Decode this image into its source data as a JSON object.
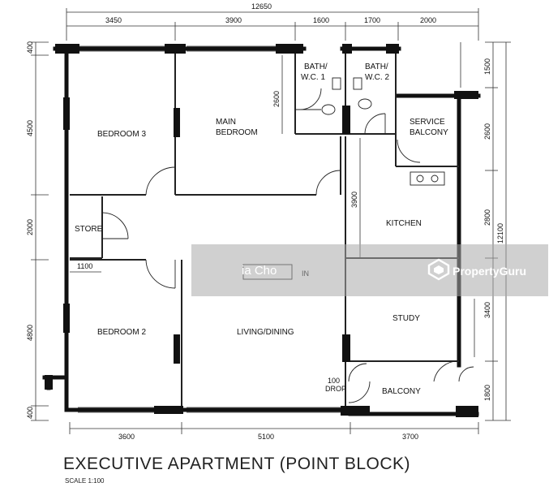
{
  "title": "EXECUTIVE APARTMENT (POINT BLOCK)",
  "scale": "SCALE  1:100",
  "watermark": {
    "brand": "PropertyGuru",
    "agent": "ia Cho"
  },
  "rooms": {
    "bedroom3": "BEDROOM 3",
    "main_bedroom_1": "MAIN",
    "main_bedroom_2": "BEDROOM",
    "bath1_1": "BATH/",
    "bath1_2": "W.C. 1",
    "bath2_1": "BATH/",
    "bath2_2": "W.C. 2",
    "service_1": "SERVICE",
    "service_2": "BALCONY",
    "store": "STORE",
    "kitchen": "KITCHEN",
    "bedroom2": "BEDROOM 2",
    "living": "LIVING/DINING",
    "study": "STUDY",
    "balcony": "BALCONY",
    "drop_1": "100",
    "drop_2": "DROP",
    "in": "IN"
  },
  "dimensions": {
    "overall_top": "12650",
    "top": [
      "3450",
      "3900",
      "1600",
      "1700",
      "2000"
    ],
    "bottom": [
      "3600",
      "5100",
      "3700"
    ],
    "left": [
      "400",
      "4500",
      "2000",
      "4800",
      "400"
    ],
    "right": [
      "1500",
      "2600",
      "2800",
      "3400",
      "1800"
    ],
    "overall_right": "12100",
    "inner_2600": "2600",
    "inner_3900": "3900",
    "inner_1100": "1100"
  }
}
